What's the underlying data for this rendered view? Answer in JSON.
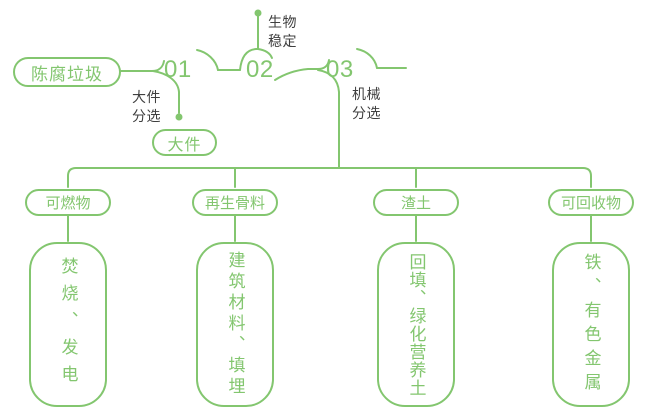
{
  "colors": {
    "accent": "#83C66F",
    "label": "#3F3F3F"
  },
  "flow": {
    "source": "陈腐垃圾",
    "steps": [
      {
        "number": "01",
        "label": "大件分选",
        "branch_output": "大件"
      },
      {
        "number": "02",
        "label": "生物稳定"
      },
      {
        "number": "03",
        "label": "机械分选"
      }
    ]
  },
  "outputs": [
    {
      "category": "可燃物",
      "uses": "焚烧、发电"
    },
    {
      "category": "再生骨料",
      "uses": "建筑材料、填埋"
    },
    {
      "category": "渣土",
      "uses": "回填、绿化营养土"
    },
    {
      "category": "可回收物",
      "uses": "铁、有色金属"
    }
  ]
}
